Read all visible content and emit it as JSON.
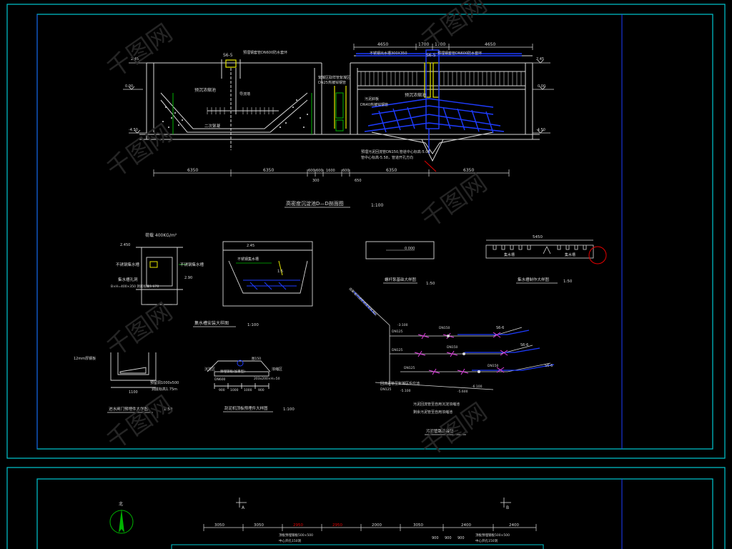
{
  "colors": {
    "background": "#000000",
    "frame": "#00c8d2",
    "line": "#d8d8d8",
    "yellow": "#e6e600",
    "blue": "#1e3cff",
    "magenta": "#e040e0",
    "green": "#00b400",
    "red": "#e60000"
  },
  "main_section": {
    "title": "高密度沉淀池D—D剖面图",
    "scale": "1:100",
    "dims_top": [
      "4650",
      "1700",
      "1700",
      "4650"
    ],
    "dims_bottom": [
      "6350",
      "6350",
      "600",
      "600",
      "1600",
      "600",
      "6350",
      "6350"
    ],
    "dims_bottom_sub": [
      "300",
      "650"
    ],
    "level_labels": [
      "2.45",
      "0.00",
      "-4.50",
      "2.45",
      "0.00",
      "-4.50"
    ],
    "annotations": [
      "S6-5",
      "S6-5",
      "预埋钢套管DN600防水套环",
      "预沉浓缩池",
      "导流墙",
      "二次絮凝",
      "不锈钢出水槽300X350",
      "絮凝区取样管",
      "DN25热镀锌钢管",
      "絮凝区",
      "污泥斜板",
      "DN40热镀锌钢管",
      "预沉浓缩池",
      "预埋钢套管DN600防水套环",
      "预埋污泥回流管DN150,管道中心标高-5.08",
      "管中心标高-5.58，管道开孔方向"
    ]
  },
  "detail_collector_install": {
    "title": "集水槽安装大样图",
    "scale": "1:100",
    "annotations": [
      "荷载 400KG/m²",
      "不锈钢集水槽",
      "不锈钢集水槽",
      "集水槽孔洞",
      "B×H=400×350 洞底标高1.670",
      "2.450",
      "2.90",
      "2.45",
      "1:5"
    ]
  },
  "detail_pump_base": {
    "title": "螺杆泵基础大样图",
    "scale": "1:50",
    "level": "0.000"
  },
  "detail_collector_make": {
    "title": "集水槽制作大样图",
    "scale": "1:50",
    "length": "5450",
    "labels": [
      "集水槽",
      "集水槽"
    ]
  },
  "detail_gate": {
    "title": "进水闸门预埋件大样图",
    "scale": "1:50",
    "labels": [
      "12mm厚钢板",
      "预留洞1000x500",
      "洞底标高1.75m"
    ],
    "dim": "1100"
  },
  "detail_scraper": {
    "title": "刮泥机顶板预埋件大样图",
    "scale": "1:100",
    "labels": [
      "沉淀区",
      "浓缩区",
      "预埋钢板(加重型)",
      "DN600",
      "图150",
      "203x200×H=50"
    ],
    "dims": [
      "900",
      "1000",
      "1000",
      "900"
    ]
  },
  "detail_sludge_pipe": {
    "title": "污泥管路连接图",
    "labels": [
      "由絮凝沉淀区进泥至絮凝区",
      "DN125",
      "DN150",
      "DN125",
      "DN150",
      "DN125",
      "DN150",
      "DN125",
      "S6-6",
      "S6-6",
      "S6-6",
      "-3.100",
      "-5.100",
      "-5.600",
      "-6.100",
      "回流泥管至絮凝区反应池",
      "污泥回流管至自用沉淀浓缩池",
      "剩余污泥管至自用浓缩池"
    ]
  },
  "lower_sheet": {
    "section_marks": [
      "A",
      "B"
    ],
    "north_label": "北",
    "dims": [
      "3050",
      "3050",
      "2950",
      "2950",
      "2000",
      "3050",
      "2400",
      "2400"
    ],
    "dims_sub": [
      "900",
      "900",
      "900"
    ],
    "labels": [
      "顶板预埋钢板500×500",
      "中心开孔150洞",
      "顶板预埋钢板500×500",
      "中心开孔150洞"
    ]
  },
  "watermark": "千图网"
}
